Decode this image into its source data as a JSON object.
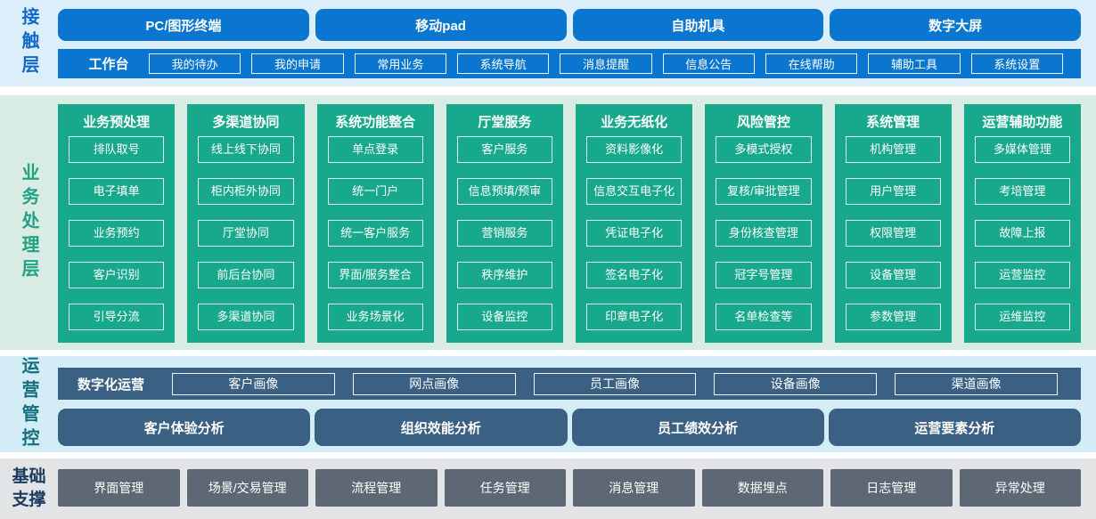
{
  "colors": {
    "blue": "#0b76cf",
    "green": "#18a98c",
    "slate_blue": "#3a6183",
    "gray": "#5d6874",
    "band_contact_bg": "#ddeefb",
    "band_business_bg": "#d9ece3",
    "band_operations_bg": "#d3ecf6",
    "band_foundation_bg": "#e3e4e6"
  },
  "contact": {
    "label": "接触层",
    "channels": [
      "PC/图形终端",
      "移动pad",
      "自助机具",
      "数字大屏"
    ],
    "workbench": {
      "label": "工作台",
      "items": [
        "我的待办",
        "我的申请",
        "常用业务",
        "系统导航",
        "消息提醒",
        "信息公告",
        "在线帮助",
        "辅助工具",
        "系统设置"
      ]
    }
  },
  "business": {
    "label": "业务处理层",
    "panels": [
      {
        "title": "业务预处理",
        "items": [
          "排队取号",
          "电子填单",
          "业务预约",
          "客户识别",
          "引导分流"
        ]
      },
      {
        "title": "多渠道协同",
        "items": [
          "线上线下协同",
          "柜内柜外协同",
          "厅堂协同",
          "前后台协同",
          "多渠道协同"
        ]
      },
      {
        "title": "系统功能整合",
        "items": [
          "单点登录",
          "统一门户",
          "统一客户服务",
          "界面/服务整合",
          "业务场景化"
        ]
      },
      {
        "title": "厅堂服务",
        "items": [
          "客户服务",
          "信息预填/预审",
          "营销服务",
          "秩序维护",
          "设备监控"
        ]
      },
      {
        "title": "业务无纸化",
        "items": [
          "资料影像化",
          "信息交互电子化",
          "凭证电子化",
          "签名电子化",
          "印章电子化"
        ]
      },
      {
        "title": "风险管控",
        "items": [
          "多模式授权",
          "复核/审批管理",
          "身份核查管理",
          "冠字号管理",
          "名单检查等"
        ]
      },
      {
        "title": "系统管理",
        "items": [
          "机构管理",
          "用户管理",
          "权限管理",
          "设备管理",
          "参数管理"
        ]
      },
      {
        "title": "运营辅助功能",
        "items": [
          "多媒体管理",
          "考培管理",
          "故障上报",
          "运营监控",
          "运维监控"
        ]
      }
    ]
  },
  "operations": {
    "label": "运营管控",
    "digital": {
      "label": "数字化运营",
      "items": [
        "客户画像",
        "网点画像",
        "员工画像",
        "设备画像",
        "渠道画像"
      ]
    },
    "analysis": [
      "客户体验分析",
      "组织效能分析",
      "员工绩效分析",
      "运营要素分析"
    ]
  },
  "foundation": {
    "label": "基础支撑",
    "items": [
      "界面管理",
      "场景/交易管理",
      "流程管理",
      "任务管理",
      "消息管理",
      "数据埋点",
      "日志管理",
      "异常处理"
    ]
  }
}
